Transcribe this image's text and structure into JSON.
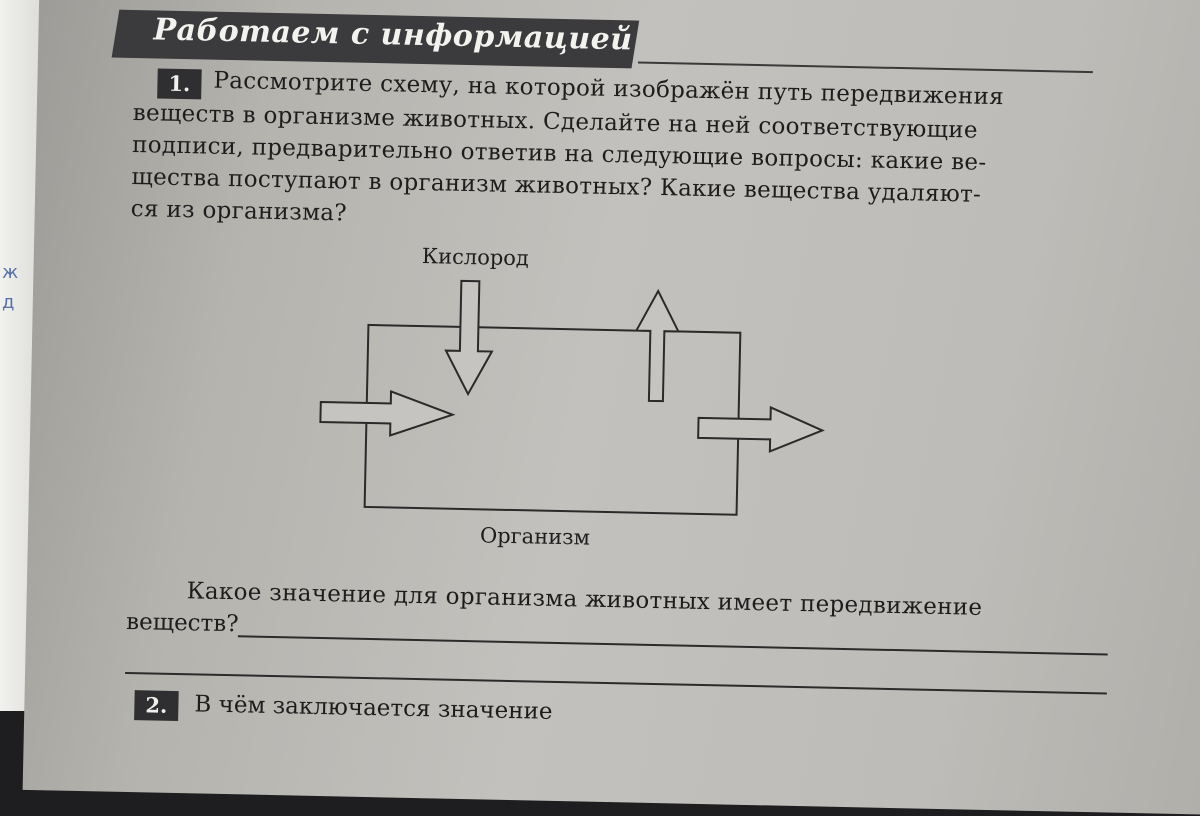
{
  "section_title": "Работаем с информацией",
  "task": {
    "number": "1.",
    "lines": [
      "Рассмотрите схему, на которой изображён путь передвижения",
      "веществ в организме животных. Сделайте на ней соответствующие",
      "подписи, предварительно ответив на следующие вопросы: какие ве-",
      "щества поступают в организм животных? Какие вещества удаляют-",
      "ся из организма?"
    ]
  },
  "diagram": {
    "top_label": "Кислород",
    "box_label": "Организм"
  },
  "question": {
    "line1": "Какое значение для организма животных имеет передвижение",
    "line2": "веществ?"
  },
  "next_task": {
    "number": "2.",
    "text": "В чём заключается значение"
  }
}
